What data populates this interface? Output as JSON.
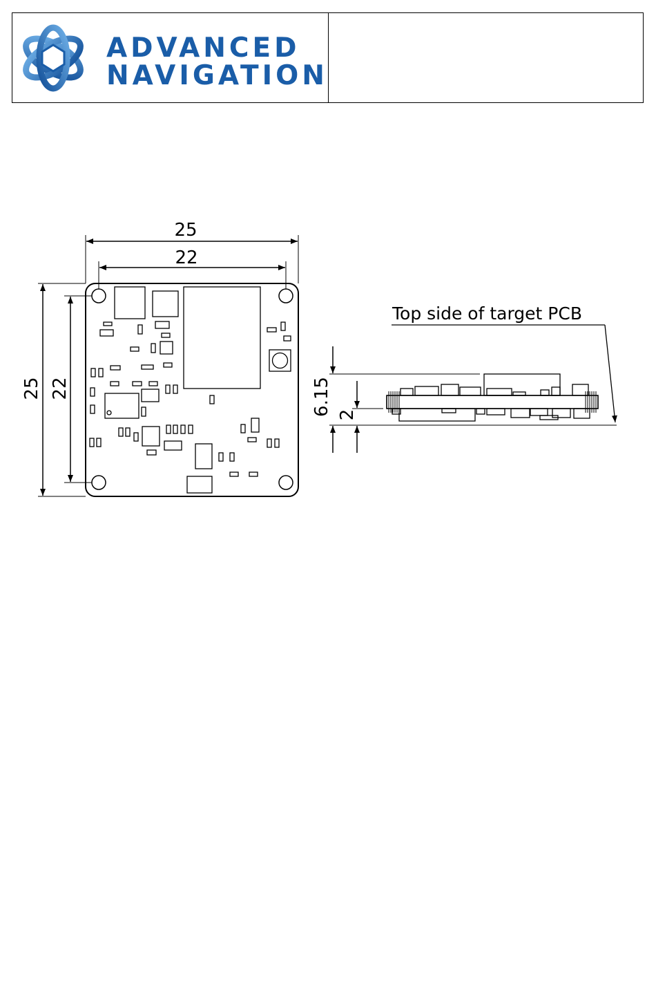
{
  "title_block": {
    "brand_line1": "ADVANCED",
    "brand_line2": "NAVIGATION",
    "brand_color": "#1a5da8",
    "logo_icon": "advanced-navigation-orbit-logo",
    "right_field": ""
  },
  "drawing": {
    "top_view": {
      "width_overall": "25",
      "width_holes": "22",
      "height_overall": "25",
      "height_holes": "22"
    },
    "side_view": {
      "height_total": "6.15",
      "height_standoff": "2",
      "note": "Top side of target PCB"
    }
  }
}
